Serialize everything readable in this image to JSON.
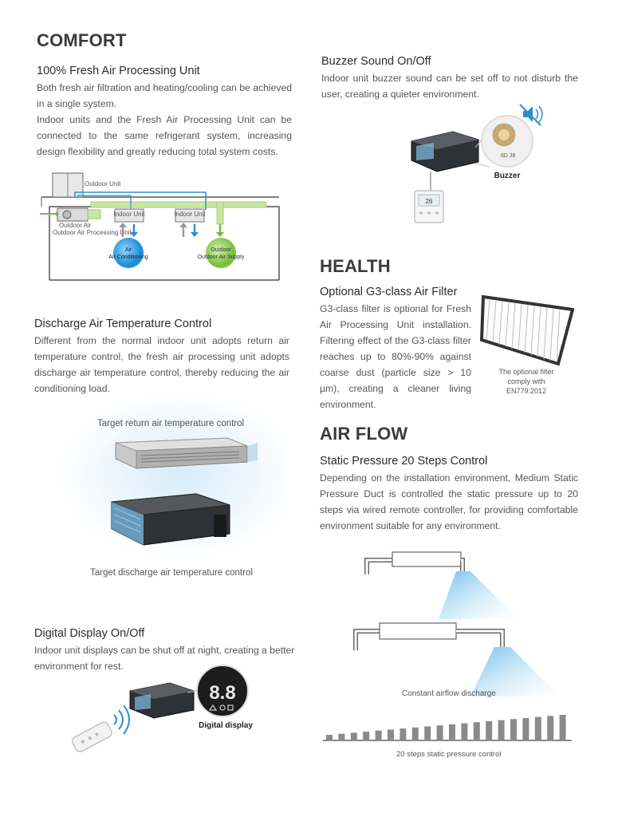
{
  "comfort": {
    "heading": "COMFORT",
    "fresh_air": {
      "title": "100% Fresh Air Processing Unit",
      "body": "Both fresh air filtration and heating/cooling can be achieved in a single system.",
      "body2": "Indoor units and the Fresh Air Processing Unit can be connected to the same refrigerant system, increasing design flexibility and greatly reducing total system costs.",
      "diagram": {
        "outdoor_unit": "Outdoor Unit",
        "fapu": "Outdoor Air Processing Unit",
        "indoor_unit_1": "Indoor Unit",
        "indoor_unit_2": "Indoor Unit",
        "air_conditioning": "Air Conditioning",
        "outdoor_air_supply": "Outdoor Air Supply"
      }
    },
    "discharge": {
      "title": "Discharge Air Temperature Control",
      "body": "Different from the normal indoor unit adopts return air temperature control, the fresh air processing unit adopts discharge air temperature control, thereby reducing the air conditioning load.",
      "caption_top": "Target return air temperature control",
      "caption_bottom": "Target discharge air temperature control"
    },
    "display": {
      "title": "Digital Display On/Off",
      "body": "Indoor unit displays can be shut off at night, creating a better environment for rest.",
      "display_digits": "8.8",
      "caption": "Digital display"
    },
    "buzzer": {
      "title": "Buzzer Sound On/Off",
      "body": "Indoor unit buzzer sound can be set off to not disturb the user, creating a quieter environment.",
      "caption": "Buzzer",
      "controller_digits": "26"
    }
  },
  "health": {
    "heading": "HEALTH",
    "filter": {
      "title": "Optional G3-class Air Filter",
      "body": "G3-class filter is optional for Fresh Air Processing Unit installation. Filtering effect of the G3-class filter reaches up to 80%-90% against coarse dust (particle size > 10 µm), creating a cleaner living environment.",
      "caption_1": "The optional filter",
      "caption_2": "comply with",
      "caption_3": "EN779:2012"
    }
  },
  "airflow": {
    "heading": "AIR FLOW",
    "static": {
      "title": "Static Pressure 20 Steps Control",
      "body": "Depending on the installation environment, Medium Static Pressure Duct is controlled the static pressure up to 20 steps via wired remote controller, for providing comfortable environment suitable for any environment.",
      "caption_constant": "Constant airflow discharge",
      "caption_steps": "20 steps static pressure control"
    }
  },
  "steps_chart": {
    "count": 20
  },
  "colors": {
    "blue_arrow": "#2a8fd0",
    "green_duct": "#a6d46c",
    "airflow_blue": "#7fc4ea",
    "bars": "#8a8a8a"
  }
}
